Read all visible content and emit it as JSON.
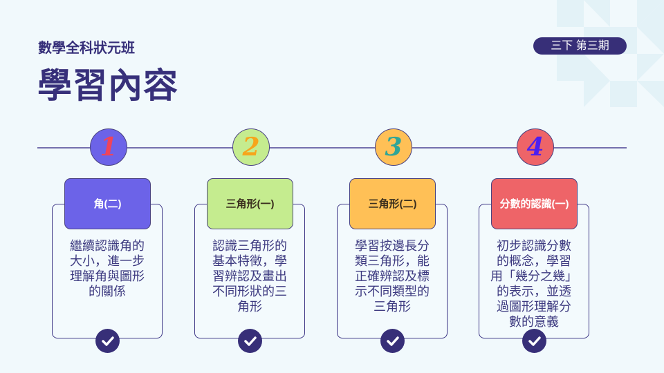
{
  "header": {
    "subtitle": "數學全科狀元班",
    "title": "學習內容",
    "badge": "三下 第三期"
  },
  "steps": [
    {
      "number": "1",
      "title": "角(二)",
      "lines": [
        "繼續認識角的",
        "大小，進一步",
        "理解角與圖形",
        "的關係"
      ],
      "circle_color": "#6c63e8",
      "number_color": "#f0445a",
      "head_color": "#6c63e8",
      "head_text_color": "#ffffff"
    },
    {
      "number": "2",
      "title": "三角形(一)",
      "lines": [
        "認識三角形的",
        "基本特徵，學",
        "習辨認及畫出",
        "不同形狀的三",
        "角形"
      ],
      "circle_color": "#c5ec8f",
      "number_color": "#f7a51b",
      "head_color": "#c5ec8f",
      "head_text_color": "#3a2e1e"
    },
    {
      "number": "3",
      "title": "三角形(二)",
      "lines": [
        "學習按邊長分",
        "類三角形，能",
        "正確辨認及標",
        "示不同類型的",
        "三角形"
      ],
      "circle_color": "#ffc056",
      "number_color": "#2fa597",
      "head_color": "#ffc056",
      "head_text_color": "#3a2e1e"
    },
    {
      "number": "4",
      "title": "分數的認識(一)",
      "lines": [
        "初步認識分數",
        "的概念，學習",
        "用「幾分之幾」",
        "的表示，並透",
        "過圖形理解分",
        "數的意義"
      ],
      "circle_color": "#ee6468",
      "number_color": "#4d1ff0",
      "head_color": "#ee6468",
      "head_text_color": "#ffffff"
    }
  ]
}
